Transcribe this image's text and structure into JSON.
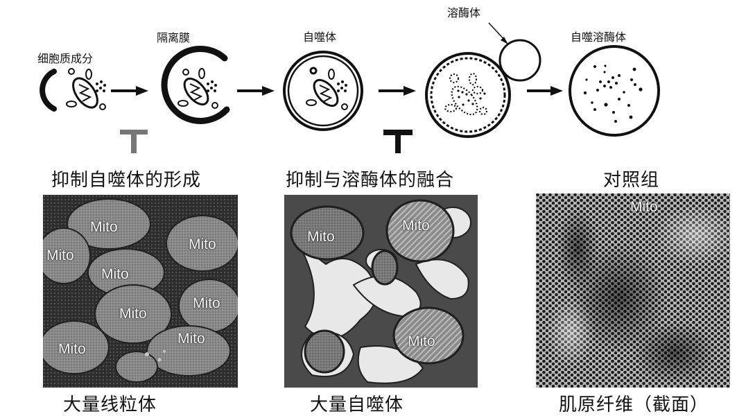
{
  "stages": {
    "cell_components": "细胞质成分",
    "isolation_membrane": "隔离膜",
    "autophagosome": "自噬体",
    "lysosome": "溶酶体",
    "autolysosome": "自噬溶酶体"
  },
  "inhibitions": {
    "formation": "抑制自噬体的形成",
    "fusion": "抑制与溶酶体的融合",
    "control": "对照组"
  },
  "panels": {
    "left": {
      "labels": [
        "Mito",
        "Mito",
        "Mito",
        "Mito",
        "Mito",
        "Mito",
        "Mito",
        "Mito"
      ],
      "caption": "大量线粒体"
    },
    "middle": {
      "labels": [
        "Mito",
        "Mito",
        "Mito"
      ],
      "caption": "大量自噬体"
    },
    "right": {
      "labels": [
        "Mito"
      ],
      "caption": "肌原纤维（截面）"
    }
  },
  "colors": {
    "inhibitor_formation": "#777777",
    "inhibitor_fusion": "#111111"
  }
}
